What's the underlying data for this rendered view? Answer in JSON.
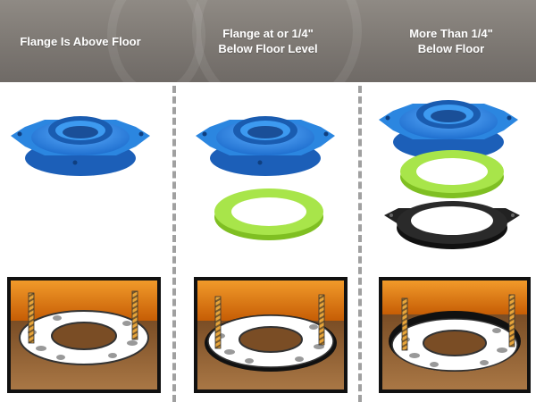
{
  "columns": [
    {
      "title": "Flange Is Above Floor",
      "items": [
        "blue-seal"
      ]
    },
    {
      "title": "Flange at or 1/4\"\nBelow Floor Level",
      "items": [
        "blue-seal",
        "green-spacer"
      ]
    },
    {
      "title": "More Than 1/4\"\nBelow Floor",
      "items": [
        "blue-seal",
        "green-spacer",
        "black-spacer"
      ]
    }
  ],
  "colors": {
    "header_bg": "#7f7a75",
    "seal_blue": "#2b86e0",
    "spacer_green": "#a8e54a",
    "spacer_black": "#222222",
    "scene_orange": "#e07a10",
    "scene_floor": "#9a6a3a"
  }
}
